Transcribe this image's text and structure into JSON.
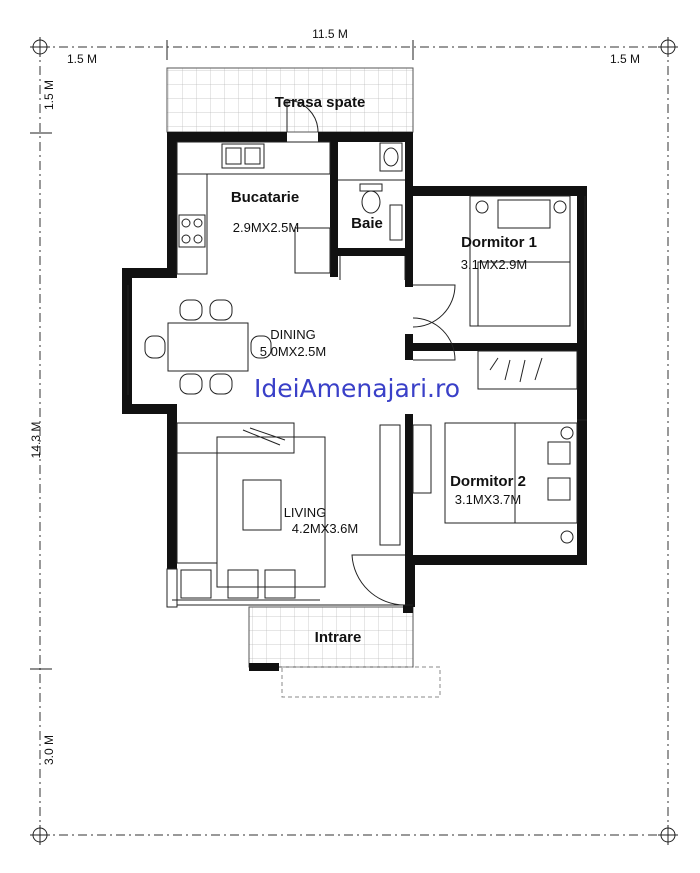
{
  "dimensions": {
    "top_total": "11.5 M",
    "top_left": "1.5 M",
    "top_right": "1.5 M",
    "left_top": "1.5 M",
    "left_total": "14.3 M",
    "left_bottom": "3.0 M"
  },
  "rooms": {
    "terasa": {
      "name": "Terasa spate"
    },
    "bucatarie": {
      "name": "Bucatarie",
      "size": "2.9MX2.5M"
    },
    "baie": {
      "name": "Baie"
    },
    "dormitor1": {
      "name": "Dormitor 1",
      "size": "3.1MX2.9M"
    },
    "dining": {
      "name": "DINING",
      "size": "5.0MX2.5M"
    },
    "dormitor2": {
      "name": "Dormitor 2",
      "size": "3.1MX3.7M"
    },
    "living": {
      "name": "LIVING",
      "size": "4.2MX3.6M"
    },
    "intrare": {
      "name": "Intrare"
    }
  },
  "watermark": "IdeiAmenajari.ro"
}
